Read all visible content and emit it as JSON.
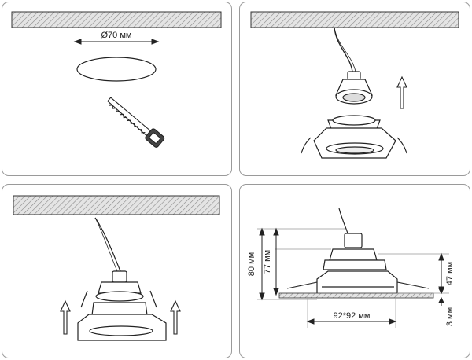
{
  "panels": {
    "step1": {
      "hole_label": "Ø70 мм"
    },
    "step4": {
      "overall_height_label": "80 мм",
      "body_height_label": "77 мм",
      "width_label": "92*92 мм",
      "ring_height_label": "47 мм",
      "flange_label": "3 мм"
    }
  },
  "icons": [
    "saw-icon",
    "lamp-bulb-icon",
    "up-arrow-icon",
    "spring-clip-icon"
  ],
  "colors": {
    "stroke": "#222222",
    "hatch_fill": "#cfcfcf",
    "panel_border": "#9a9a9a"
  }
}
